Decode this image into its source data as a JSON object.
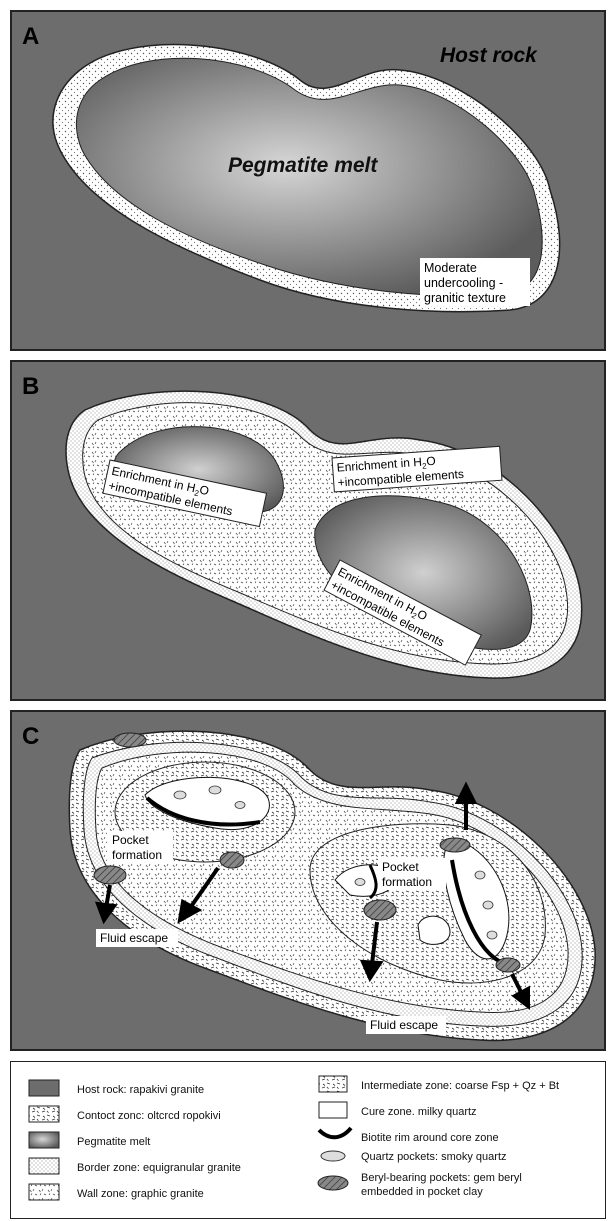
{
  "panels": [
    {
      "letter": "A",
      "host_rock": "Host rock",
      "melt": "Pegmatite melt",
      "note": [
        "Moderate",
        "undercooling -",
        "granitic texture"
      ]
    },
    {
      "letter": "B",
      "labels": [
        {
          "line1": "Enrichment in H",
          "sub": "2",
          "tail": "O",
          "line2": "+incompatible elements"
        },
        {
          "line1": "Enrichment in H",
          "sub": "2",
          "tail": "O",
          "line2": "+incompatible elements"
        },
        {
          "line1": "Enrichment in H",
          "sub": "2",
          "tail": "O",
          "line2": "+incompatible elements"
        }
      ]
    },
    {
      "letter": "C",
      "pocket_formation": [
        "Pocket",
        "formation"
      ],
      "fluid_escape": "Fluid escape"
    }
  ],
  "legend": {
    "left": [
      {
        "label": "Host rock: rapakivi granite",
        "swatch": "host"
      },
      {
        "label": "Contoct zonc: oltcrcd ropokivi",
        "swatch": "contact"
      },
      {
        "label": "Pegmatite melt",
        "swatch": "melt"
      },
      {
        "label": "Border zone: equigranular granite",
        "swatch": "border"
      },
      {
        "label": "Wall zone: graphic granite",
        "swatch": "wall"
      }
    ],
    "right": [
      {
        "label": "Intermediate zone: coarse Fsp + Qz + Bt",
        "swatch": "intermediate"
      },
      {
        "label": "Cure zone. milky quartz",
        "swatch": "core"
      },
      {
        "label": "Biotite rim around core zone",
        "swatch": "biotite"
      },
      {
        "label": "Quartz pockets: smoky quartz",
        "swatch": "quartz"
      },
      {
        "label": "Beryl-bearing pockets: gem beryl",
        "label2": "embedded in pocket clay",
        "swatch": "beryl"
      }
    ]
  },
  "colors": {
    "host": "#6d6d6d",
    "melt_center": "#d8d8d8",
    "melt_edge": "#5f5f5f",
    "border": "#222222"
  }
}
